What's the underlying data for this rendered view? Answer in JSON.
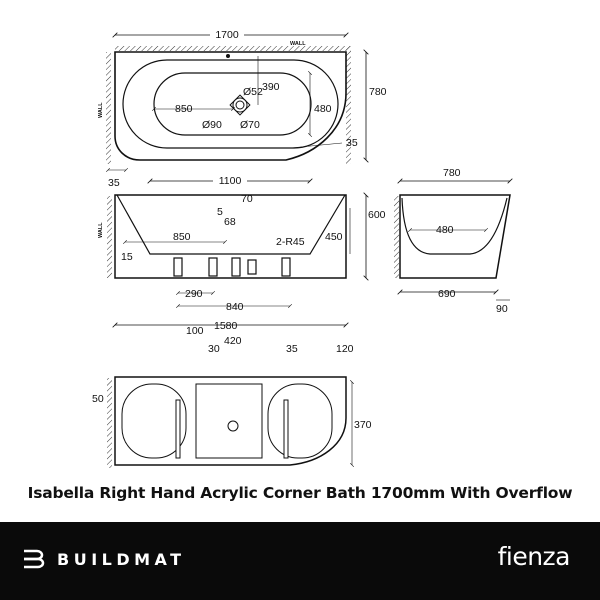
{
  "wall_label": "WALL",
  "plan": {
    "width": "1700",
    "depth": "780",
    "inner_length": "850",
    "waste_offset": "390",
    "waste_centre": "480",
    "waste_dia": "Ø52",
    "waste_outer_dia": "Ø90",
    "waste_inner_dia": "Ø70",
    "corner_dim": "35",
    "left_dim": "35"
  },
  "front": {
    "bottom_length": "1100",
    "waste_height": "70",
    "dim_5": "5",
    "dim_68": "68",
    "height": "600",
    "inner_height": "450",
    "inner_length": "850",
    "radius": "2-R45",
    "foot_height": "15",
    "feet_spacing": "290",
    "feet_span": "840"
  },
  "side": {
    "depth": "780",
    "inner_width": "480",
    "base_width": "690",
    "offset": "90"
  },
  "base": {
    "length": "1580",
    "dim_100": "100",
    "dim_30": "30",
    "dim_420": "420",
    "dim_35": "35",
    "dim_120": "120",
    "dim_50": "50",
    "dim_370": "370"
  },
  "caption": "Isabella Right Hand Acrylic Corner Bath 1700mm With Overflow",
  "footer": {
    "brand_left": "BUILDMAT",
    "brand_right": "fienza",
    "logo_icon": "buildmat-logo-icon",
    "background": "#0a0a0a",
    "text_color": "#ffffff"
  }
}
